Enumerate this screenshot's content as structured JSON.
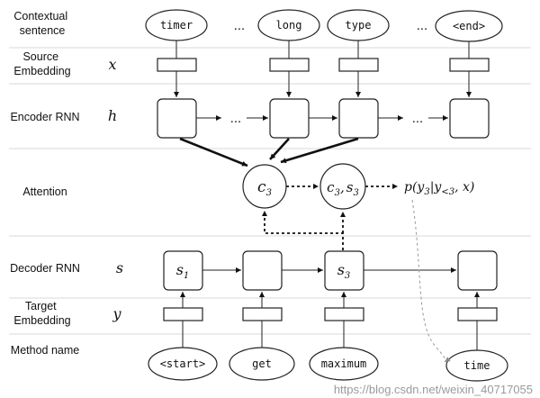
{
  "rows": {
    "contextual_sentence": "Contextual\nsentence",
    "source_embedding": "Source\nEmbedding",
    "encoder_rnn": "Encoder RNN",
    "attention": "Attention",
    "decoder_rnn": "Decoder RNN",
    "target_embedding": "Target\nEmbedding",
    "method_name": "Method name"
  },
  "symbols": {
    "x": "x",
    "h": "h",
    "s": "s",
    "y": "y"
  },
  "source_tokens": [
    "timer",
    "long",
    "type",
    "<end>"
  ],
  "ellipsis": "...",
  "attention_nodes": {
    "c3": {
      "base": "c",
      "sub": "3"
    },
    "c3s3": {
      "base1": "c",
      "sub1": "3",
      "sep": ",",
      "base2": "s",
      "sub2": "3"
    },
    "prob": {
      "text1": "p(y",
      "sub1": "3",
      "bar": "|y",
      "sub2": "<3",
      "tail": ", x)"
    }
  },
  "decoder_states": {
    "s1": {
      "base": "s",
      "sub": "1"
    },
    "s3": {
      "base": "s",
      "sub": "3"
    }
  },
  "target_tokens": [
    "<start>",
    "get",
    "maximum",
    "time"
  ],
  "watermark": "https://blog.csdn.net/weixin_40717055"
}
